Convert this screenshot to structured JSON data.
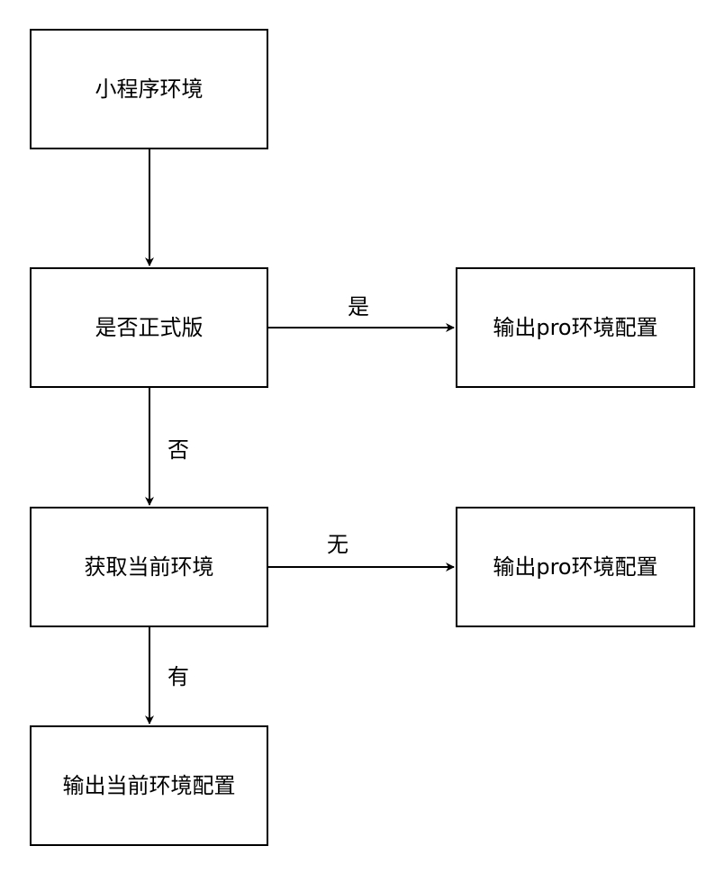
{
  "diagram": {
    "nodes": {
      "start": {
        "label": "小程序环境"
      },
      "is_release": {
        "label": "是否正式版"
      },
      "output_pro_1": {
        "label": "输出pro环境配置"
      },
      "get_env": {
        "label": "获取当前环境"
      },
      "output_pro_2": {
        "label": "输出pro环境配置"
      },
      "output_current": {
        "label": "输出当前环境配置"
      }
    },
    "edges": {
      "start_to_is_release": {
        "label": ""
      },
      "is_release_yes": {
        "label": "是"
      },
      "is_release_no": {
        "label": "否"
      },
      "get_env_none": {
        "label": "无"
      },
      "get_env_has": {
        "label": "有"
      }
    },
    "colors": {
      "stroke": "#000000",
      "fill": "#ffffff",
      "text": "#000000"
    }
  }
}
